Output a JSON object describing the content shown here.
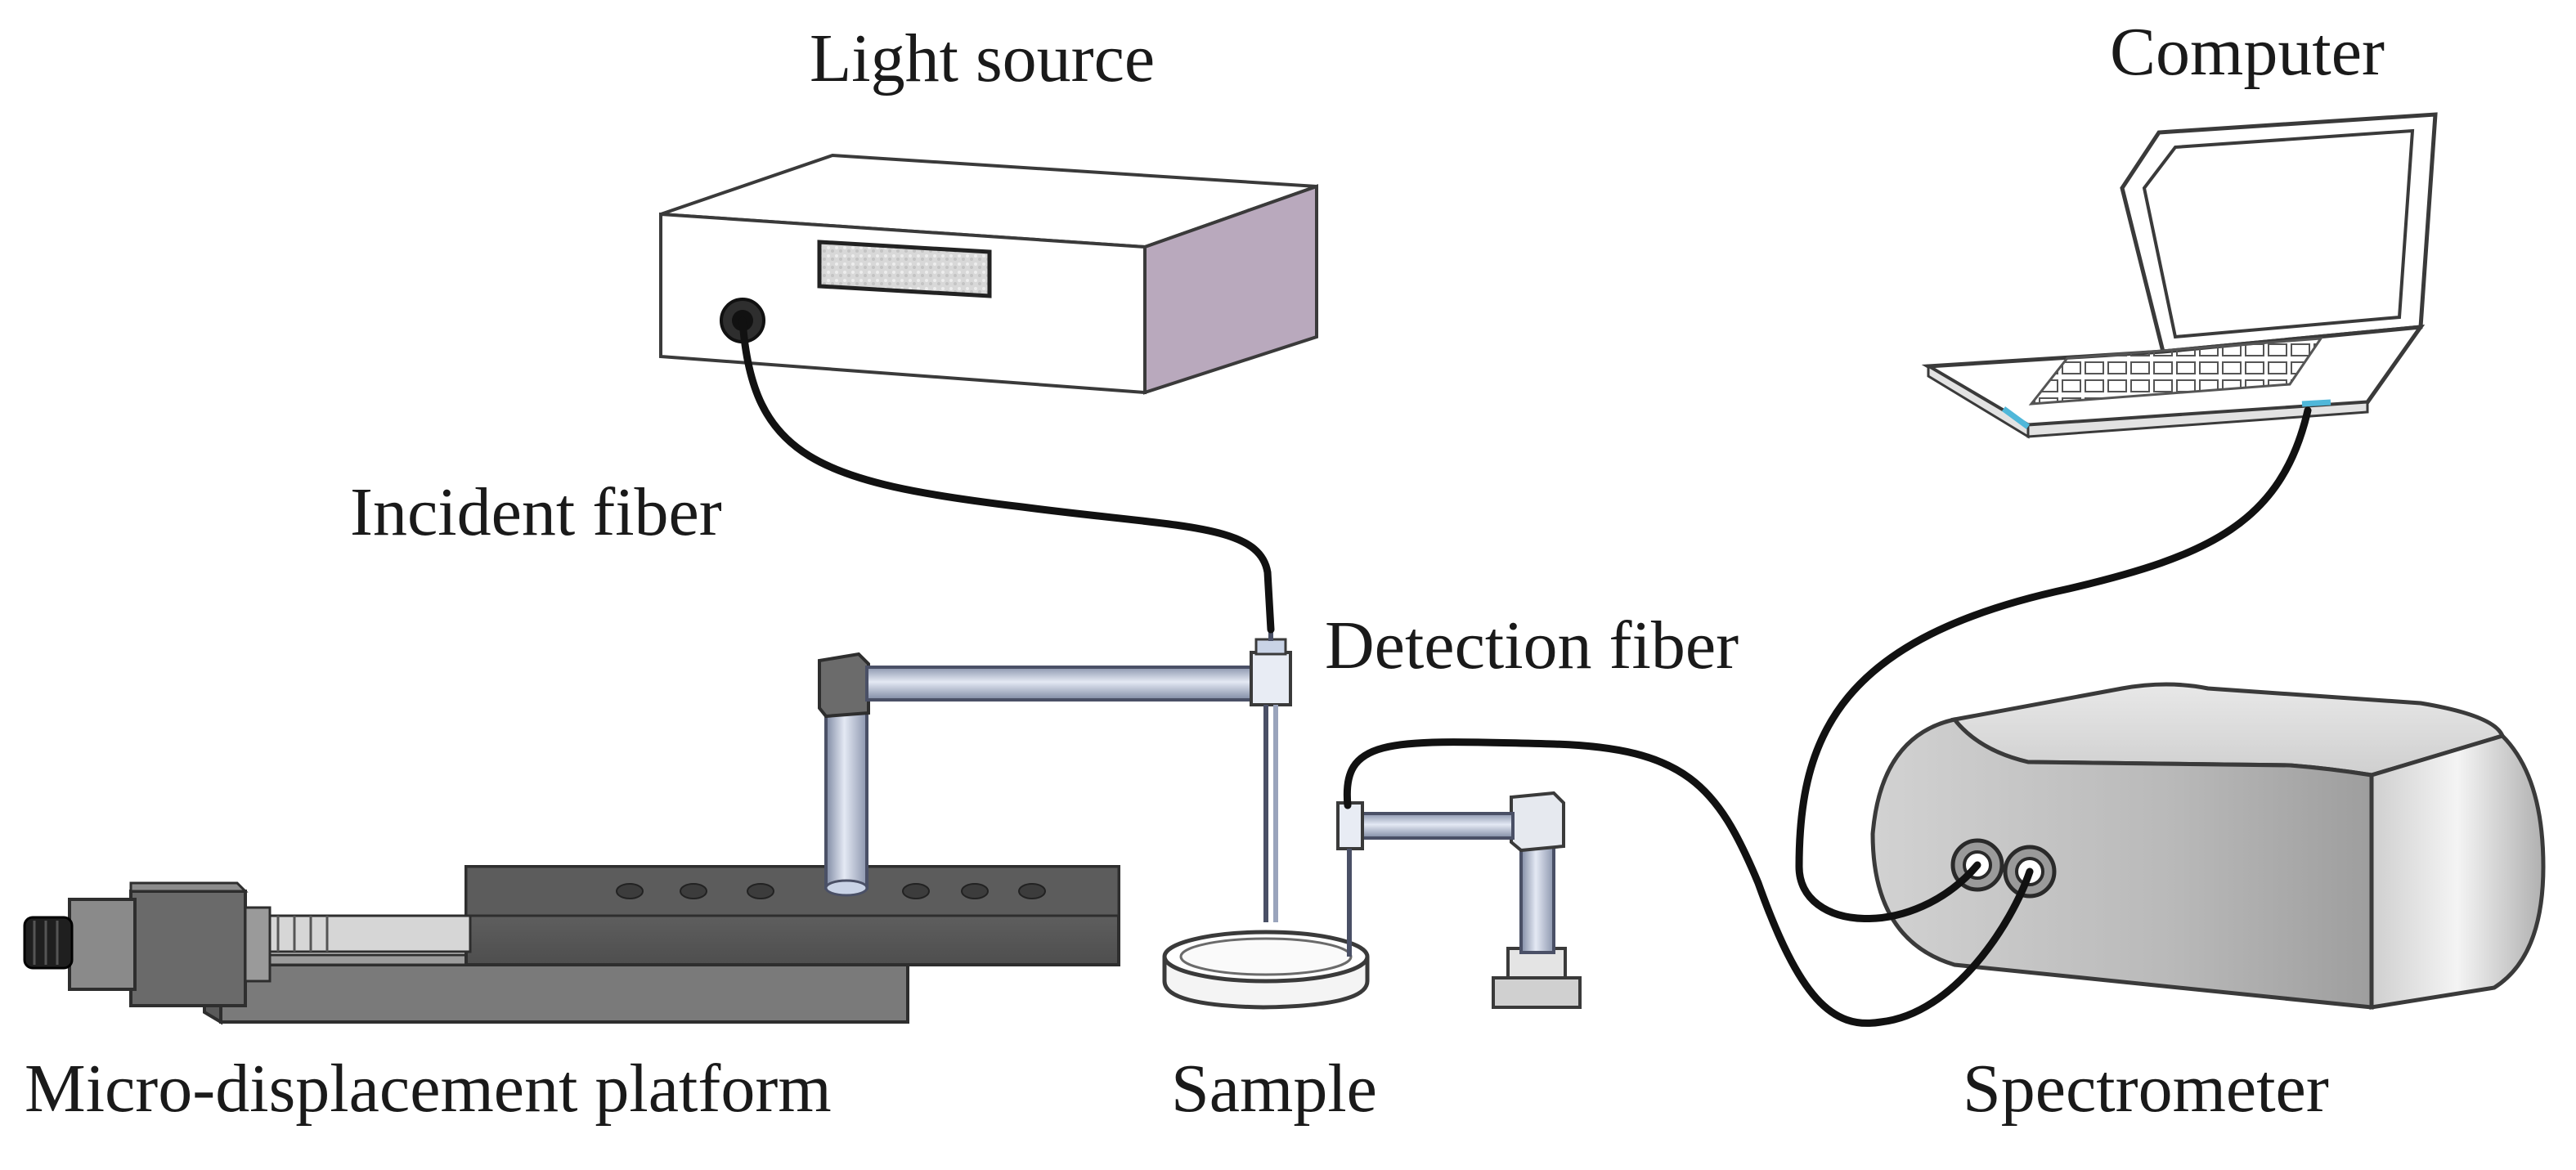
{
  "labels": {
    "light_source": "Light source",
    "computer": "Computer",
    "incident_fiber": "Incident fiber",
    "detection_fiber": "Detection fiber",
    "micro_displacement_platform": "Micro-displacement platform",
    "sample": "Sample",
    "spectrometer": "Spectrometer"
  },
  "colors": {
    "outline": "#3a3a3a",
    "fiber": "#111111",
    "box_side": "#b7a8bb",
    "platform_dark": "#5a5a5a",
    "platform_mid": "#7a7a7a",
    "rod": "#c9d3e6",
    "rod_shade": "#7f8aa3",
    "spectrometer_body": "#bdbdbd",
    "accent": "#4fb7d9"
  }
}
